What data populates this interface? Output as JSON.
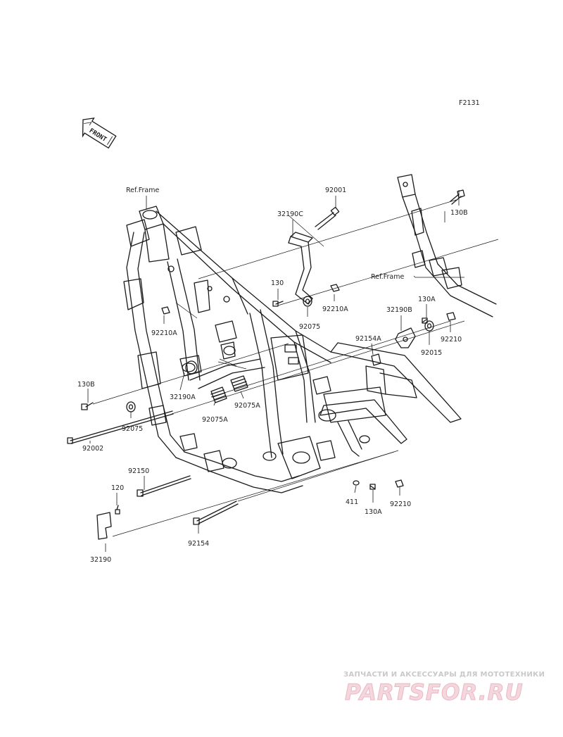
{
  "figure_code": "F2131",
  "front_badge": "FRONT",
  "ref_labels": [
    "Ref.Frame",
    "Ref.Frame"
  ],
  "part_labels": {
    "p92001": "92001",
    "p130B_top": "130B",
    "p32190C": "32190C",
    "p130": "130",
    "p92210A_mid": "92210A",
    "p92075_mid": "92075",
    "p130A_top": "130A",
    "p32190B": "32190B",
    "p92210_right": "92210",
    "p92154A": "92154A",
    "p92015": "92015",
    "p92210A_left": "92210A",
    "p130B_left": "130B",
    "p32190A": "32190A",
    "p92075A_a": "92075A",
    "p92075A_b": "92075A",
    "p92075_left": "92075",
    "p92002": "92002",
    "p92150": "92150",
    "p120": "120",
    "p32190": "32190",
    "p92154": "92154",
    "p411": "411",
    "p130A_bottom": "130A",
    "p92210_bottom": "92210"
  },
  "watermark": {
    "tagline": "ЗАПЧАСТИ И АКСЕССУАРЫ ДЛЯ МОТОТЕХНИКИ",
    "logo": "PARTSFOR.RU"
  }
}
